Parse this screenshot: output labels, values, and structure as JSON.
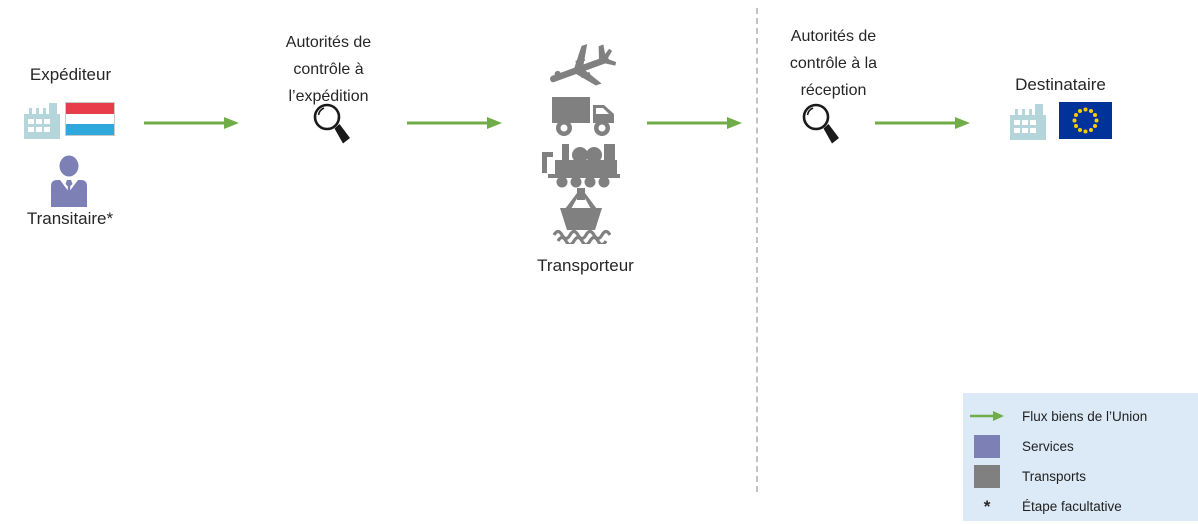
{
  "nodes": {
    "expediteur": {
      "label": "Expéditeur"
    },
    "transitaire": {
      "label": "Transitaire*"
    },
    "autorites_expedition": {
      "label": "Autorités de contrôle à l’expédition"
    },
    "transporteur": {
      "label": "Transporteur"
    },
    "autorites_reception": {
      "label": "Autorités de contrôle à la réception"
    },
    "destinataire": {
      "label": "Destinataire"
    }
  },
  "icons": {
    "expediteur": [
      "factory-icon",
      "luxembourg-flag-icon"
    ],
    "transitaire": [
      "businessperson-icon"
    ],
    "autorites_expedition": [
      "magnifier-icon"
    ],
    "transporteur": [
      "airplane-icon",
      "truck-icon",
      "train-icon",
      "ship-icon"
    ],
    "autorites_reception": [
      "magnifier-icon"
    ],
    "destinataire": [
      "factory-icon",
      "eu-flag-icon"
    ]
  },
  "legend": {
    "items": [
      {
        "symbol": "green-arrow",
        "label": "Flux biens de l’Union"
      },
      {
        "symbol": "purple-square",
        "label": "Services"
      },
      {
        "symbol": "gray-square",
        "label": "Transports"
      },
      {
        "symbol": "asterisk",
        "symbol_char": "*",
        "label": "Étape facultative"
      }
    ]
  },
  "colors": {
    "flow_arrow_green": "#70ad47",
    "services_purple": "#7c80b5",
    "transports_gray": "#808080",
    "legend_background": "#dce9f6",
    "factory_teal": "#b4d6da",
    "luxembourg_red": "#e83c4b",
    "luxembourg_blue": "#2fa8dc",
    "eu_blue": "#003399",
    "eu_star_yellow": "#ffcc00",
    "magnifier_black": "#1a1a1a"
  }
}
